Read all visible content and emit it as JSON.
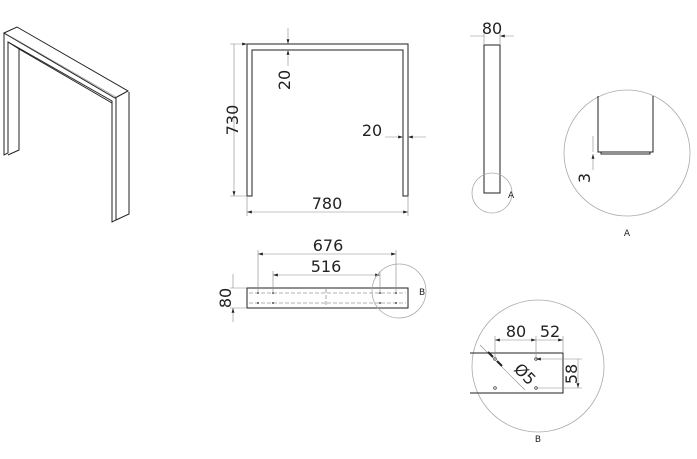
{
  "front_view": {
    "height": "730",
    "width": "780",
    "top_thickness": "20",
    "side_thickness": "20"
  },
  "side_view": {
    "depth": "80",
    "detail_marker": "A"
  },
  "detail_a": {
    "label": "A",
    "plate_thickness": "3"
  },
  "top_view": {
    "outer_hole_spacing": "676",
    "inner_hole_spacing": "516",
    "depth": "80",
    "detail_marker": "B"
  },
  "detail_b": {
    "label": "B",
    "hole_spacing_a": "80",
    "hole_offset": "52",
    "hole_vertical": "58",
    "hole_diameter": "Ø5"
  },
  "colors": {
    "line": "#222222",
    "circle": "#aaaaaa"
  }
}
